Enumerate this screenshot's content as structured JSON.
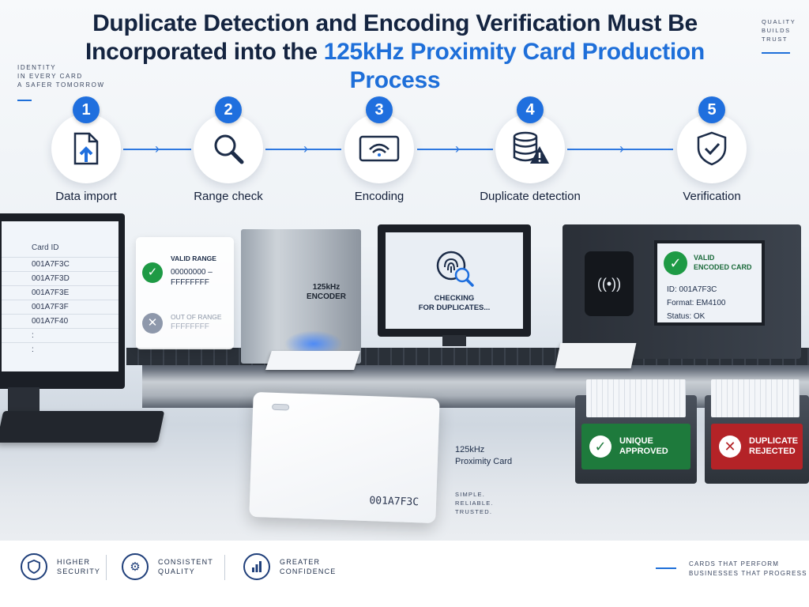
{
  "header": {
    "title_line1": "Duplicate Detection and Encoding Verification Must Be",
    "title_line2_plain": "Incorporated into the ",
    "title_line2_accent": "125kHz Proximity Card Production Process",
    "tag_left": [
      "IDENTITY",
      "IN EVERY CARD",
      "A SAFER TOMORROW"
    ],
    "tag_right": [
      "QUALITY",
      "BUILDS",
      "TRUST"
    ],
    "accent_color": "#1e6fd9"
  },
  "steps": [
    {
      "number": "1",
      "label": "Data import",
      "icon": "file-upload-icon"
    },
    {
      "number": "2",
      "label": "Range check",
      "icon": "magnifier-icon"
    },
    {
      "number": "3",
      "label": "Encoding",
      "icon": "rfid-card-icon"
    },
    {
      "number": "4",
      "label": "Duplicate detection",
      "icon": "database-warning-icon"
    },
    {
      "number": "5",
      "label": "Verification",
      "icon": "shield-check-icon"
    }
  ],
  "card_list": {
    "header": "Card ID",
    "rows": [
      "001A7F3C",
      "001A7F3D",
      "001A7F3E",
      "001A7F3F",
      "001A7F40",
      ":",
      ":"
    ]
  },
  "range_panel": {
    "valid_label": "VALID RANGE",
    "valid_range_1": "00000000 –",
    "valid_range_2": "FFFFFFFF",
    "out_label": "OUT OF RANGE",
    "out_range": "FFFFFFFF"
  },
  "encoder": {
    "label_1": "125kHz",
    "label_2": "ENCODER"
  },
  "duplicate_monitor": {
    "text_1": "CHECKING",
    "text_2": "FOR DUPLICATES..."
  },
  "verification_screen": {
    "status_1": "VALID",
    "status_2": "ENCODED CARD",
    "id": "ID:  001A7F3C",
    "format": "Format:  EM4100",
    "status": "Status:  OK"
  },
  "bins": {
    "approved_1": "UNIQUE",
    "approved_2": "APPROVED",
    "rejected_1": "DUPLICATE",
    "rejected_2": "REJECTED",
    "approved_color": "#1e7a3c",
    "rejected_color": "#b42327"
  },
  "card": {
    "id": "001A7F3C",
    "caption_1": "125kHz",
    "caption_2": "Proximity Card",
    "tagline": [
      "SIMPLE.",
      "RELIABLE.",
      "TRUSTED."
    ]
  },
  "footer": {
    "items": [
      {
        "icon": "shield-icon",
        "line_1": "HIGHER",
        "line_2": "SECURITY"
      },
      {
        "icon": "gear-icon",
        "line_1": "CONSISTENT",
        "line_2": "QUALITY"
      },
      {
        "icon": "bar-chart-icon",
        "line_1": "GREATER",
        "line_2": "CONFIDENCE"
      }
    ],
    "right_1": "CARDS THAT PERFORM",
    "right_2": "BUSINESSES THAT PROGRESS"
  }
}
